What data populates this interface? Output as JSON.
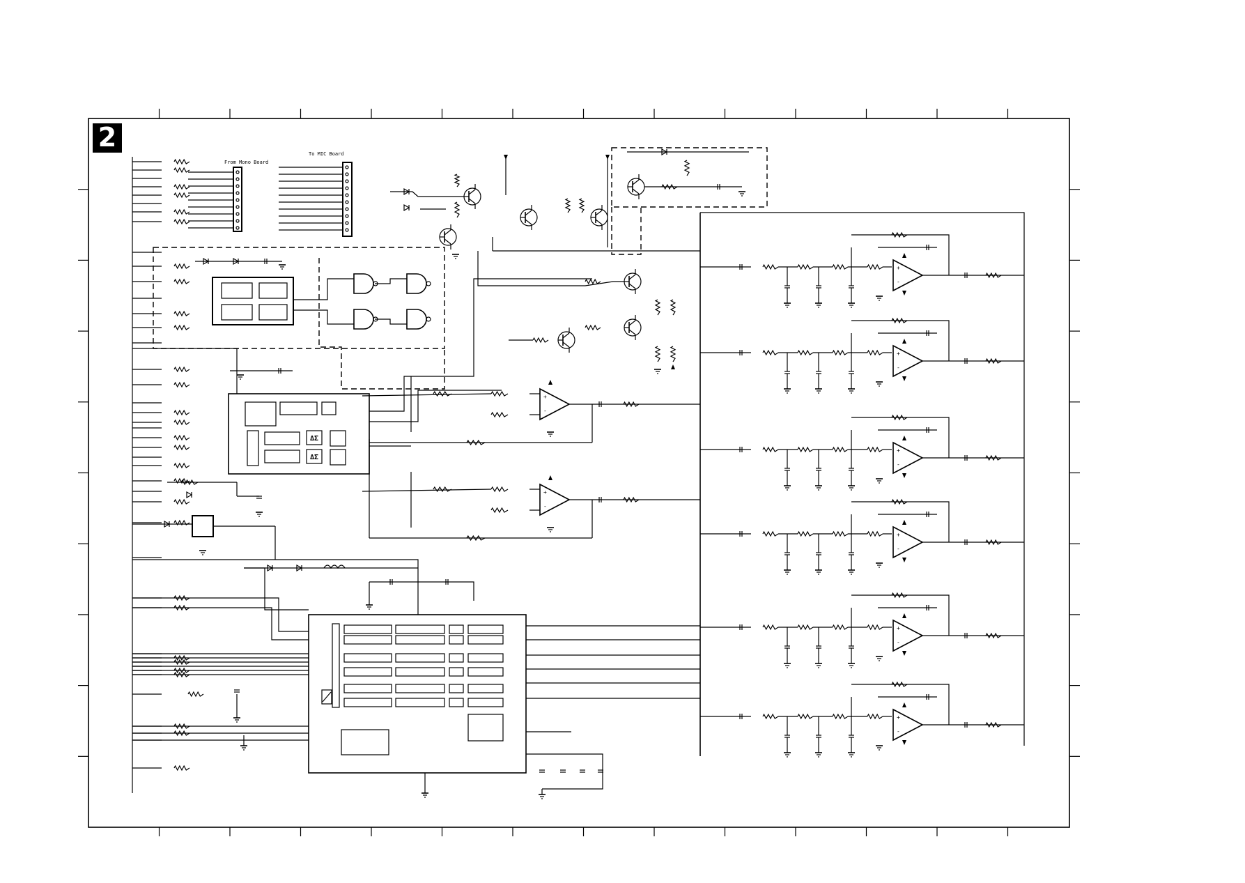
{
  "sheet": {
    "number": "2",
    "colors": {
      "ink": "#000000",
      "paper": "#ffffff"
    }
  },
  "labels": {
    "from_mono_board": "From Mono Board",
    "to_mic_board": "To MIC Board"
  },
  "symbols": {
    "delta_sigma": "ΔΣ",
    "plus": "+",
    "minus": "-"
  }
}
